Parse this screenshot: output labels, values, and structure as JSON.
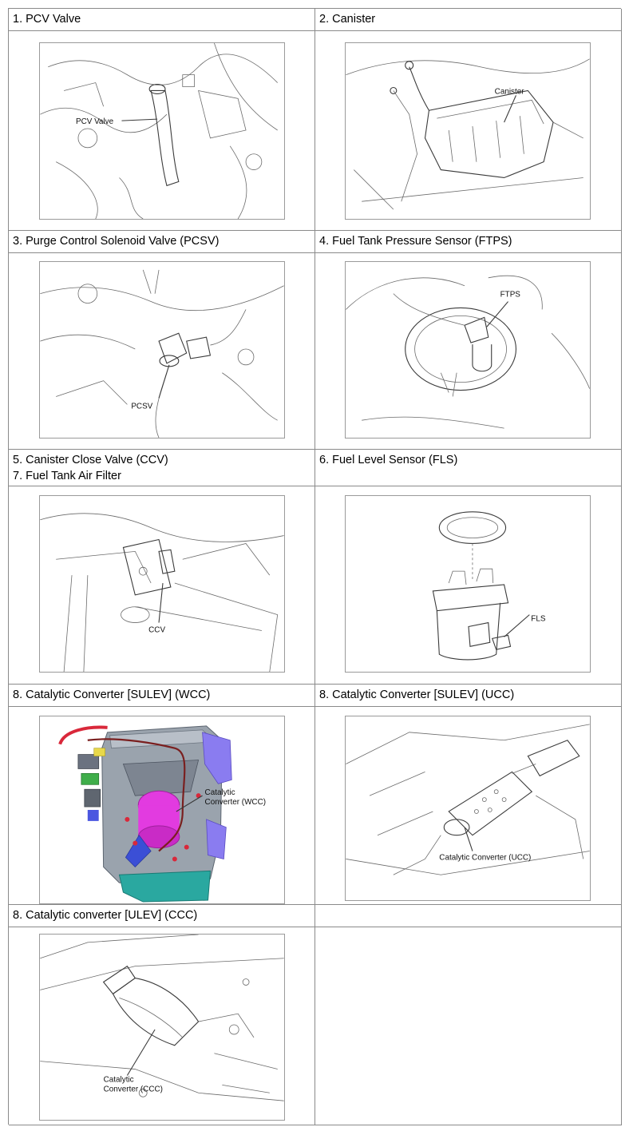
{
  "rows": [
    {
      "left": {
        "header": [
          "1. PCV Valve"
        ],
        "callout": "PCV Valve"
      },
      "right": {
        "header": [
          "2. Canister"
        ],
        "callout": "Canister"
      }
    },
    {
      "left": {
        "header": [
          "3. Purge Control Solenoid Valve (PCSV)"
        ],
        "callout": "PCSV"
      },
      "right": {
        "header": [
          "4. Fuel Tank Pressure Sensor (FTPS)"
        ],
        "callout": "FTPS"
      }
    },
    {
      "left": {
        "header": [
          "5. Canister Close Valve (CCV)",
          "7. Fuel Tank Air Filter"
        ],
        "callout": "CCV"
      },
      "right": {
        "header": [
          "6. Fuel Level Sensor (FLS)"
        ],
        "callout": "FLS"
      }
    },
    {
      "left": {
        "header": [
          "8. Catalytic Converter [SULEV] (WCC)"
        ],
        "callout": [
          "Catalytic",
          "Converter (WCC)"
        ]
      },
      "right": {
        "header": [
          "8. Catalytic Converter [SULEV] (UCC)"
        ],
        "callout": "Catalytic Converter (UCC)"
      }
    },
    {
      "left": {
        "header": [
          "8. Catalytic converter [ULEV] (CCC)"
        ],
        "callout": [
          "Catalytic",
          "Converter (CCC)"
        ]
      },
      "right": {
        "header": []
      }
    }
  ],
  "colors": {
    "border": "#8a8a8a",
    "engine_block": "#9aa3ad",
    "converter_magenta": "#e23be0",
    "oil_pan_teal": "#2aa8a0",
    "accent_red": "#d9283a",
    "purple_part": "#8a7cf0",
    "blue_part": "#3b4fd6"
  }
}
